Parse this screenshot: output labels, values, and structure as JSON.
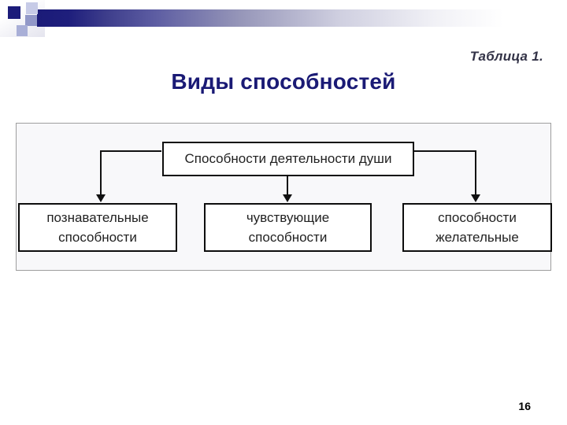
{
  "page": {
    "caption": "Таблица 1.",
    "title": "Виды способностей",
    "page_number": "16"
  },
  "diagram": {
    "type": "flowchart",
    "root": {
      "label": "Способности деятельности души"
    },
    "children": [
      {
        "lines": [
          "познавательные",
          "способности"
        ]
      },
      {
        "lines": [
          "чувствующие",
          "способности"
        ]
      },
      {
        "lines": [
          "способности",
          "желательные"
        ]
      }
    ]
  },
  "colors": {
    "accent_navy": "#1b1b78",
    "title_navy": "#1a1a75",
    "caption_color": "#333347",
    "node_border": "#0d0d0d",
    "panel_border": "#9e9e9e"
  }
}
